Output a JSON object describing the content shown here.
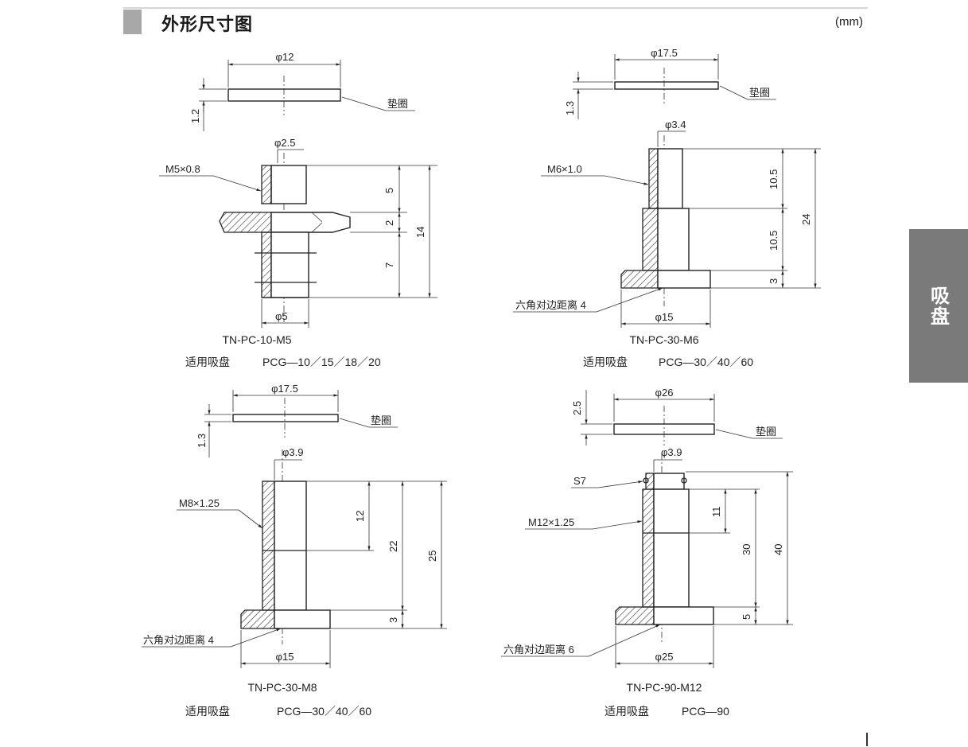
{
  "header": {
    "title": "外形尺寸图",
    "unit": "(mm)"
  },
  "side_tab": {
    "label": "吸盘"
  },
  "common": {
    "washer_label": "垫圈",
    "applicable_label": "适用吸盘"
  },
  "drawings": [
    {
      "model": "TN-PC-10-M5",
      "applicable": "PCG—10／15／18／20",
      "washer_dia": "φ12",
      "washer_thk": "1.2",
      "bore": "φ2.5",
      "thread": "M5×0.8",
      "bottom_dia": "φ5",
      "dims": [
        "5",
        "2",
        "7",
        "14"
      ]
    },
    {
      "model": "TN-PC-30-M6",
      "applicable": "PCG—30／40／60",
      "washer_dia": "φ17.5",
      "washer_thk": "1.3",
      "bore": "φ3.4",
      "thread": "M6×1.0",
      "hex": "六角对边距离 4",
      "bottom_dia": "φ15",
      "dims": [
        "10.5",
        "10.5",
        "3",
        "24"
      ]
    },
    {
      "model": "TN-PC-30-M8",
      "applicable": "PCG—30／40／60",
      "washer_dia": "φ17.5",
      "washer_thk": "1.3",
      "bore": "φ3.9",
      "thread": "M8×1.25",
      "hex": "六角对边距离 4",
      "bottom_dia": "φ15",
      "dims": [
        "12",
        "22",
        "25",
        "3"
      ]
    },
    {
      "model": "TN-PC-90-M12",
      "applicable": "PCG—90",
      "washer_dia": "φ26",
      "washer_thk": "2.5",
      "bore": "φ3.9",
      "groove": "S7",
      "thread": "M12×1.25",
      "hex": "六角对边距离 6",
      "bottom_dia": "φ25",
      "dims": [
        "11",
        "30",
        "40",
        "5"
      ]
    }
  ]
}
